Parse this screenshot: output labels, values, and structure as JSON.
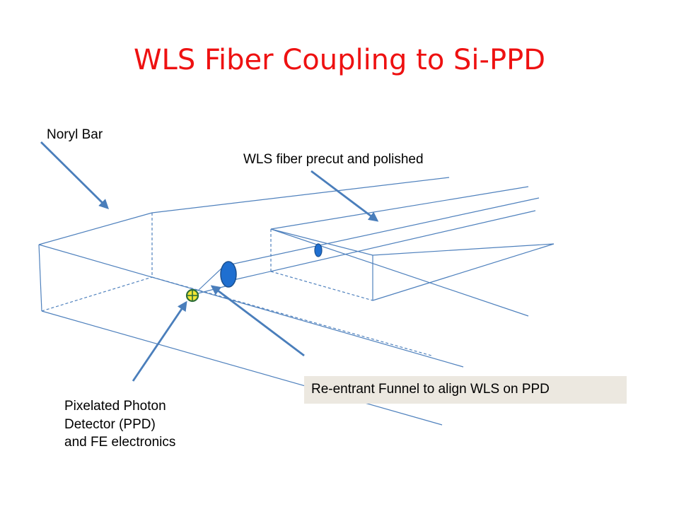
{
  "slide": {
    "title": "WLS Fiber Coupling to Si-PPD",
    "title_color": "#ee1111"
  },
  "labels": {
    "noryl_bar": "Noryl  Bar",
    "wls_fiber": "WLS fiber precut and polished",
    "funnel": "Re-entrant Funnel to align WLS on PPD",
    "ppd_lines": [
      "Pixelated Photon",
      "Detector (PPD)",
      "and FE electronics"
    ]
  },
  "colors": {
    "line": "#4f81bd",
    "arrow": "#4a7ebb",
    "funnel_fill": "#1f6fd0",
    "funnel_edge": "#1a4f8f",
    "ppd_fill": "#f2e634",
    "ppd_ring": "#2e6f3a",
    "callout_bg": "#ece8e0"
  }
}
